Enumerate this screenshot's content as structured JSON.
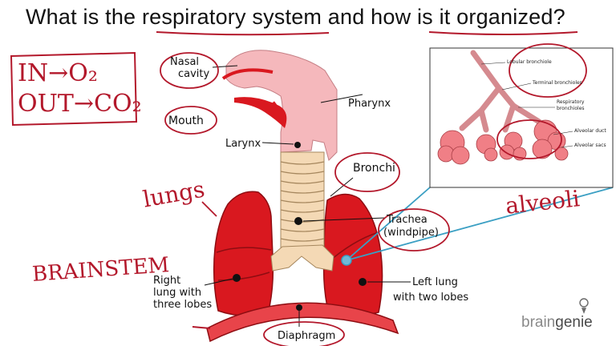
{
  "title": "What is the respiratory system and how is it organized?",
  "notes": {
    "in_line": "IN→O₂",
    "out_line": "OUT→CO₂",
    "lungs": "lungs",
    "brainstem": "BRAINSTEM",
    "alveoli": "alveoli"
  },
  "labels": {
    "nasal_cavity_1": "Nasal",
    "nasal_cavity_2": "cavity",
    "pharynx": "Pharynx",
    "mouth": "Mouth",
    "larynx": "Larynx",
    "bronchi": "Bronchi",
    "trachea_1": "Trachea",
    "trachea_2": "(windpipe)",
    "right_lung_1": "Right",
    "right_lung_2": "lung with",
    "right_lung_3": "three lobes",
    "left_lung_1": "Left lung",
    "left_lung_2": "with two lobes",
    "diaphragm": "Diaphragm"
  },
  "inset": {
    "lobular_bronchiole": "Lobular bronchiole",
    "terminal_bronchioles": "Terminal bronchioles",
    "respiratory_bronchioles_1": "Respiratory",
    "respiratory_bronchioles_2": "bronchioles",
    "alveolar_duct": "Alveolar duct",
    "alveolar_sacs": "Alveolar sacs"
  },
  "brand": {
    "part1": "brain",
    "part2": "genie"
  },
  "colors": {
    "lung": "#d9181f",
    "lung_dark": "#8e0d12",
    "airway_pink": "#f5b8bc",
    "trachea_tan": "#f4d9b5",
    "annotation_red": "#b3182b",
    "callout_blue": "#3b9fc3"
  }
}
